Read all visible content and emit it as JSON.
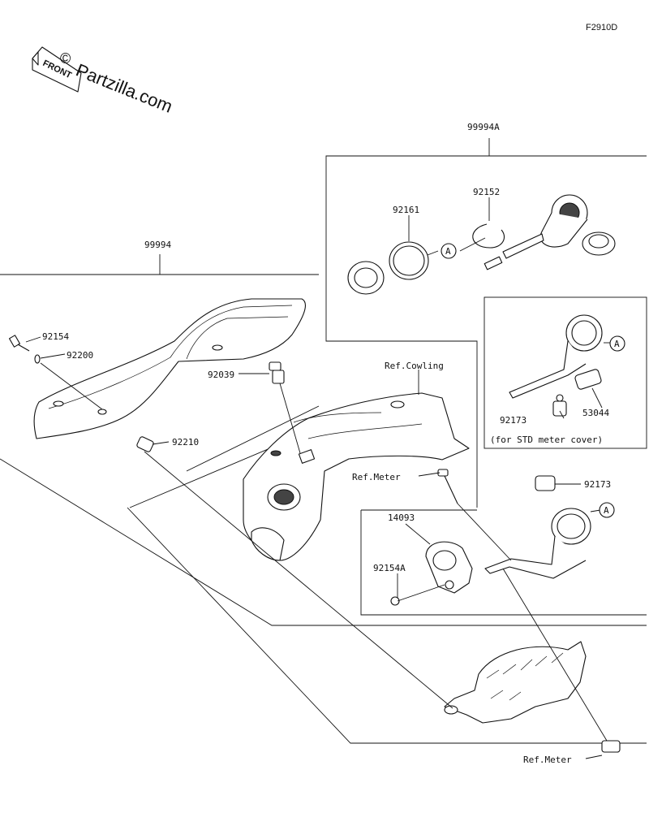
{
  "figure_code": "F2910D",
  "watermark": {
    "copyright": "©",
    "brand": "Partzilla.com",
    "front_badge": "FRONT"
  },
  "callouts": {
    "kit_main": "99994",
    "kit_socket": "99994A",
    "p92154": "92154",
    "p92200": "92200",
    "p92039": "92039",
    "p92210": "92210",
    "p92161": "92161",
    "p92152": "92152",
    "p92173_top": "92173",
    "p53044": "53044",
    "p92173_mid": "92173",
    "p14093": "14093",
    "p92154A": "92154A",
    "ref_cowling": "Ref.Cowling",
    "ref_meter_top": "Ref.Meter",
    "ref_meter_bottom": "Ref.Meter",
    "note_std_meter": "(for STD meter cover)",
    "marker_a": "A"
  }
}
